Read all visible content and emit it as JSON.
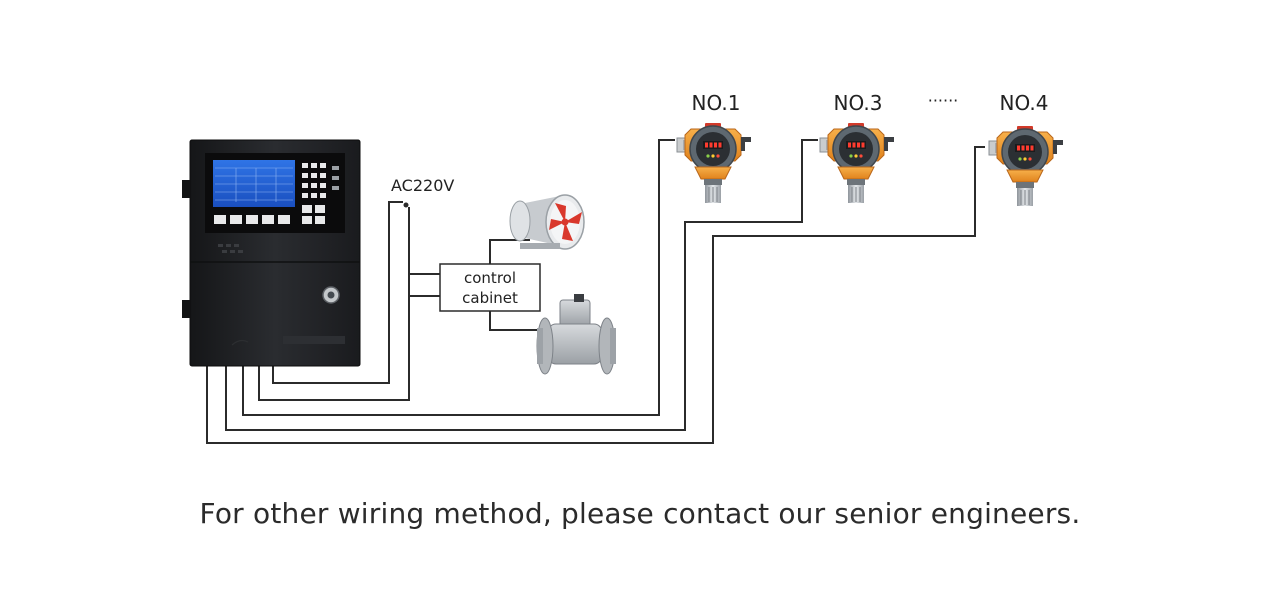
{
  "power_label": "AC220V",
  "control_cabinet": {
    "line1": "control",
    "line2": "cabinet"
  },
  "detectors": [
    {
      "label": "NO.1"
    },
    {
      "label": "NO.3"
    },
    {
      "label": "NO.4"
    }
  ],
  "ellipsis": "······",
  "caption": "For other wiring method, please contact our senior engineers.",
  "colors": {
    "wire": "#2b2b2b",
    "controller_body": "#1e1f21",
    "detector_orange": "#f29a2e",
    "detector_gray": "#5e6870",
    "screen_blue": "#1f5fd6",
    "fan_red": "#d9382c"
  }
}
